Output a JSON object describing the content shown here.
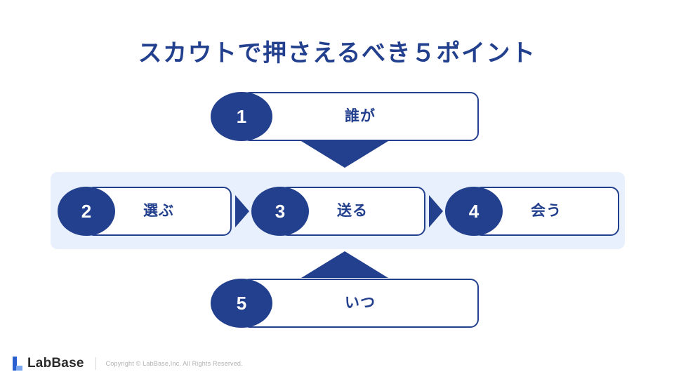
{
  "slide": {
    "title": "スカウトで押さえるべき５ポイント",
    "background_color": "#ffffff",
    "accent_color": "#23408e",
    "band_color": "#e8f0fd"
  },
  "steps": [
    {
      "number": "1",
      "label": "誰が"
    },
    {
      "number": "2",
      "label": "選ぶ"
    },
    {
      "number": "3",
      "label": "送る"
    },
    {
      "number": "4",
      "label": "会う"
    },
    {
      "number": "5",
      "label": "いつ"
    }
  ],
  "arrows": [
    {
      "name": "step1-to-band",
      "direction": "down"
    },
    {
      "name": "step2-to-step3",
      "direction": "right"
    },
    {
      "name": "step3-to-step4",
      "direction": "right"
    },
    {
      "name": "step5-to-band",
      "direction": "up"
    }
  ],
  "footer": {
    "logo_text": "LabBase",
    "copyright": "Copyright ©  LabBase,Inc. All Rights Reserved."
  }
}
